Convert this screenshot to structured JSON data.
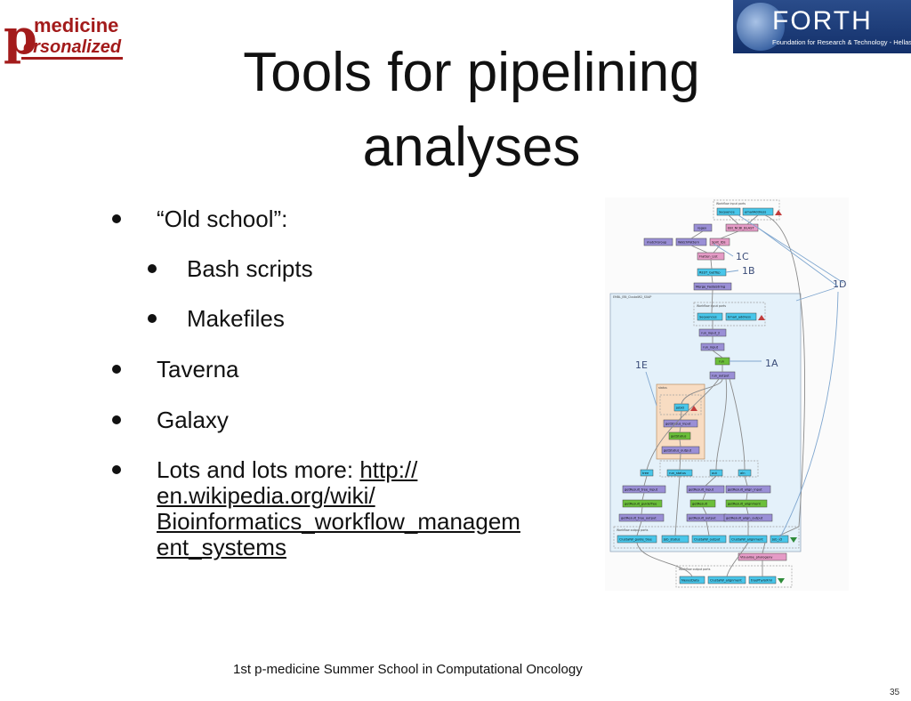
{
  "logos": {
    "left": {
      "initial": "p",
      "line1": "medicine",
      "line2": "ersonalized"
    },
    "right": {
      "mark": "FORTH",
      "subtitle": "Foundation for Research & Technology - Hellas"
    }
  },
  "slide": {
    "title_line1": "Tools for pipelining",
    "title_line2": "analyses"
  },
  "bullets": [
    {
      "text": "“Old school”:",
      "level": 1
    },
    {
      "text": "Bash scripts",
      "level": 2
    },
    {
      "text": "Makefiles",
      "level": 2
    },
    {
      "text": "Taverna",
      "level": 1
    },
    {
      "text": "Galaxy",
      "level": 1
    },
    {
      "text_prefix": "Lots and lots more: ",
      "link_lines": [
        "http://",
        "en.wikipedia.org/wiki/",
        "Bioinformatics_workflow_managem",
        "ent_systems"
      ],
      "level": 1
    }
  ],
  "diagram": {
    "callouts": [
      "1C",
      "1B",
      "1D",
      "1E",
      "1A"
    ],
    "nodes": [
      "Workflow input ports",
      "Sequence",
      "emailAddress",
      "EBI_NCBI_BLAST",
      "regex",
      "matchGroup",
      "WatchPattern",
      "Split_IDs",
      "Flatten_List",
      "REST_GetTop",
      "Merge_FastaString",
      "EMBL_EBI_ClustalW2_SOAP",
      "Sequences",
      "Email_address",
      "run_input_2",
      "run_input",
      "run",
      "run_output",
      "status",
      "jobId",
      "getStatus_input",
      "getStatus",
      "getStatus_output",
      "tree",
      "run_status",
      "out",
      "aln",
      "getResult_tree_input",
      "getResult_input",
      "getResult_align_input",
      "getResult_guideTree",
      "getResult",
      "getResult_alignment",
      "getResult_tree_output",
      "getResult_output",
      "getResult_align_output",
      "Workflow output ports",
      "ClustalW_guide_tree",
      "Job_status",
      "ClustalW_output",
      "ClustalW_alignment",
      "Job_ID",
      "Visualise_phylogeny",
      "NexusData",
      "ClustalW_alignment",
      "treePhyloXml"
    ]
  },
  "footer": "1st p-medicine Summer School in Computational Oncology",
  "page_number": "35",
  "colors": {
    "brand_red": "#a31b1b",
    "forth_blue": "#1e3d7a",
    "node_cyan": "#48c6ea",
    "node_purple": "#9a8fd6",
    "node_green": "#6bbf3a",
    "node_pink": "#e59bc6"
  }
}
